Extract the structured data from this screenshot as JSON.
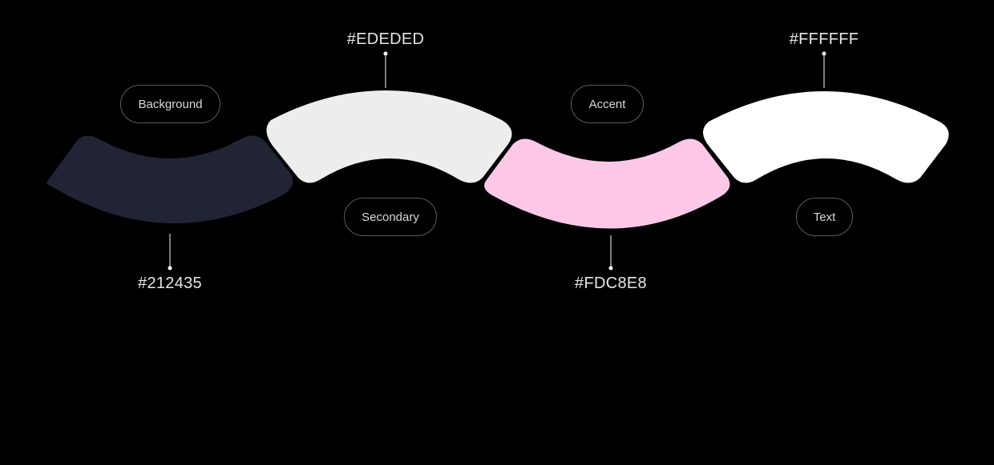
{
  "swatches": [
    {
      "role": "Background",
      "hex": "#212435",
      "color": "#212435"
    },
    {
      "role": "Secondary",
      "hex": "#EDEDED",
      "color": "#EDEDED"
    },
    {
      "role": "Accent",
      "hex": "#FDC8E8",
      "color": "#FDC8E8"
    },
    {
      "role": "Text",
      "hex": "#FFFFFF",
      "color": "#FFFFFF"
    }
  ],
  "page_background": "#000000"
}
